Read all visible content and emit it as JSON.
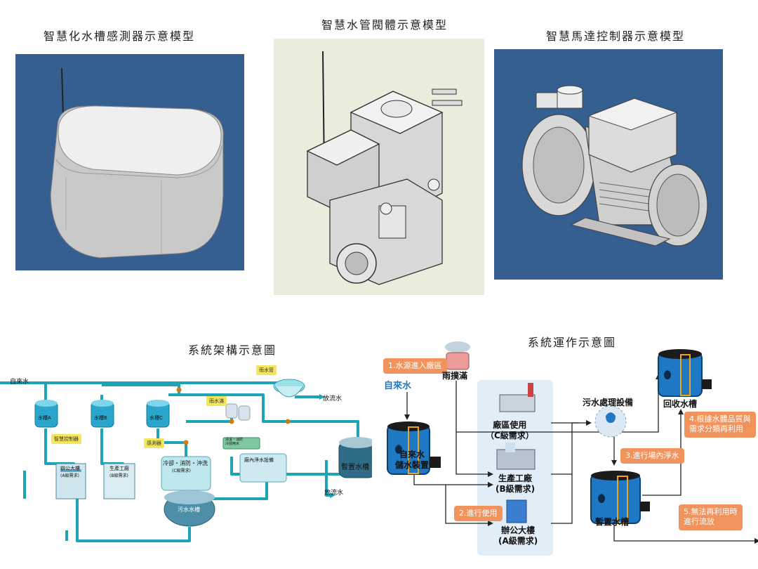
{
  "models": {
    "sensor_title": "智慧化水槽感測器示意模型",
    "valve_title": "智慧水管閥體示意模型",
    "motor_title": "智慧馬達控制器示意模型"
  },
  "architecture": {
    "title": "系統架構示意圖",
    "tap_water": "自來水",
    "tank_a": "水槽A",
    "tank_b": "水槽B",
    "tank_c": "水槽C",
    "smart_controller": "智慧控制器",
    "office": "辦公大樓",
    "office_sub": "(A級需求)",
    "factory": "生產工廠",
    "factory_sub": "(B級需求)",
    "cooling": "冷卻・消防・沖洗",
    "cooling_sub": "(C級需求)",
    "sewage_tank": "污水水槽",
    "purify": "廠內淨水設備",
    "temp_tank": "暫置水槽",
    "rain": "雨水滿",
    "rain_pipe": "雨水管",
    "discharge1": "放流水",
    "discharge2": "放流水",
    "sensor_tag": "感測器",
    "green_tag": "清潔・消防\n冷卻用水"
  },
  "operation": {
    "title": "系統運作示意圖",
    "step1": "1.水源進入廠區",
    "tap_water": "自來水",
    "rain_full": "雨撲滿",
    "storage": "自來水\n儲水裝置",
    "zone_c": "廠區使用\n（C級需求）",
    "zone_b": "生產工廠\n(B級需求)",
    "zone_a": "辦公大樓\n(A級需求)",
    "step2": "2.進行使用",
    "sewage": "污水處理設備",
    "step3": "3.進行場內淨水",
    "temp_tank": "暫置水槽",
    "recycle": "回收水槽",
    "step4": "4.根據水體品質與\n需求分類再利用",
    "step5": "5.無法再利用時\n進行流放"
  },
  "colors": {
    "model_bg": "#365f91",
    "valve_bg": "#ececdc",
    "pipe": "#1ba5b6",
    "tag": "#f0935c",
    "zone": "#e1eef8"
  }
}
